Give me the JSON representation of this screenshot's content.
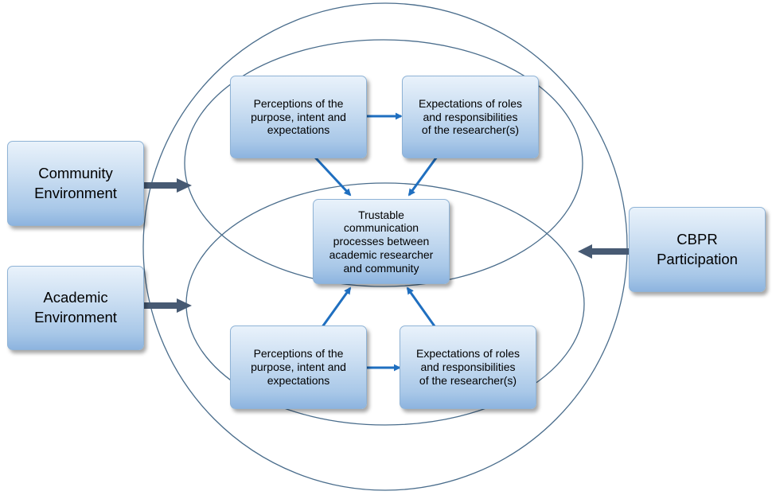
{
  "boxes": {
    "community_environment": "Community\nEnvironment",
    "academic_environment": "Academic\nEnvironment",
    "cbpr_participation": "CBPR\nParticipation",
    "top_left": "Perceptions of the\npurpose, intent and\nexpectations",
    "top_right": "Expectations of roles\nand responsibilities\nof the researcher(s)",
    "center": "Trustable\ncommunication\nprocesses between\nacademic researcher\nand community",
    "bottom_left": "Perceptions of the\npurpose, intent and\nexpectations",
    "bottom_right": "Expectations of roles\nand responsibilities\nof the researcher(s)"
  },
  "colors": {
    "circle_stroke": "#4a6d8c",
    "blue_arrow": "#1f6fc0",
    "dark_arrow": "#475a73"
  }
}
